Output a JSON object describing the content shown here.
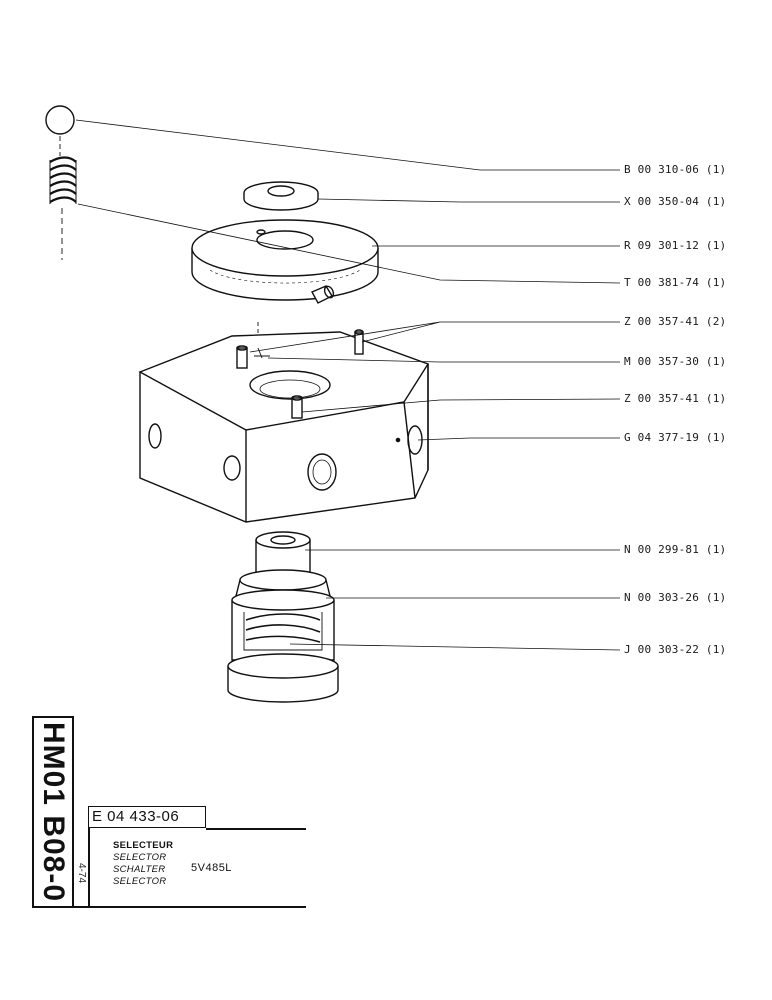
{
  "parts": [
    {
      "code": "B 00 310-06 (1)"
    },
    {
      "code": "X 00 350-04 (1)"
    },
    {
      "code": "R 09 301-12 (1)"
    },
    {
      "code": "T 00 381-74 (1)"
    },
    {
      "code": "Z 00 357-41 (2)"
    },
    {
      "code": "M 00 357-30 (1)"
    },
    {
      "code": "Z 00 357-41 (1)"
    },
    {
      "code": "G 04 377-19 (1)"
    },
    {
      "code": "N 00 299-81 (1)"
    },
    {
      "code": "N 00 303-26 (1)"
    },
    {
      "code": "J 00 303-22 (1)"
    }
  ],
  "title_block": {
    "page_code": "HM01 B08-0",
    "date_code": "4-74",
    "assembly_number": "E 04 433-06",
    "names": [
      "SELECTEUR",
      "SELECTOR",
      "SCHALTER",
      "SELECTOR"
    ],
    "model": "5V485L"
  }
}
